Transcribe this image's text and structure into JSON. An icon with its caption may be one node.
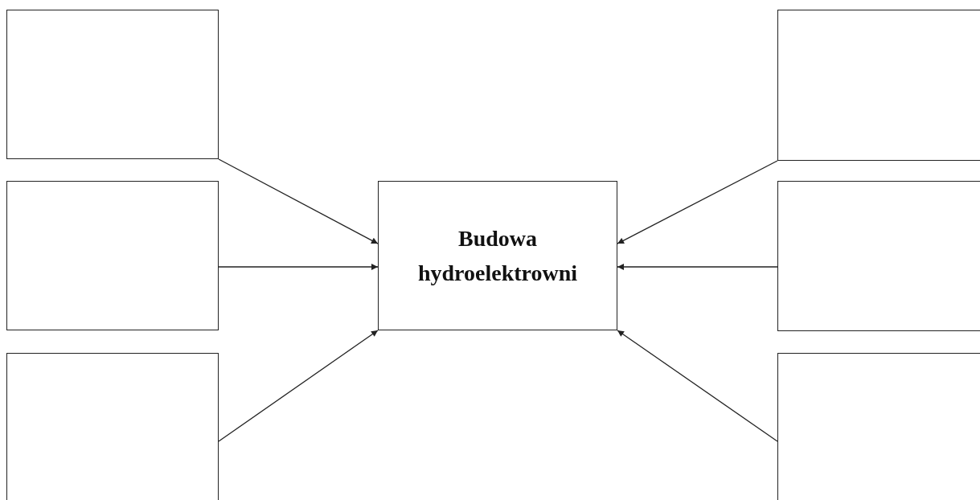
{
  "diagram": {
    "nodes": [
      {
        "text": [
          "Budowa hydroelektrowni"
        ]
      },
      {
        "text": [],
        "shape": "box"
      },
      {
        "text": [],
        "shape": "box"
      },
      {
        "text": [],
        "shape": "box"
      },
      {
        "text": [],
        "shape": "box"
      },
      {
        "text": [],
        "shape": "box"
      },
      {
        "text": [],
        "shape": "box"
      }
    ],
    "edges": [
      {
        "from": 1,
        "to": 0,
        "arrow": "to"
      },
      {
        "from": 2,
        "to": 0,
        "arrow": "to"
      },
      {
        "from": 3,
        "to": 0,
        "arrow": "to"
      },
      {
        "from": 4,
        "to": 0,
        "arrow": "to"
      },
      {
        "from": 5,
        "to": 0,
        "arrow": "to"
      },
      {
        "from": 6,
        "to": 0,
        "arrow": "to"
      }
    ]
  }
}
